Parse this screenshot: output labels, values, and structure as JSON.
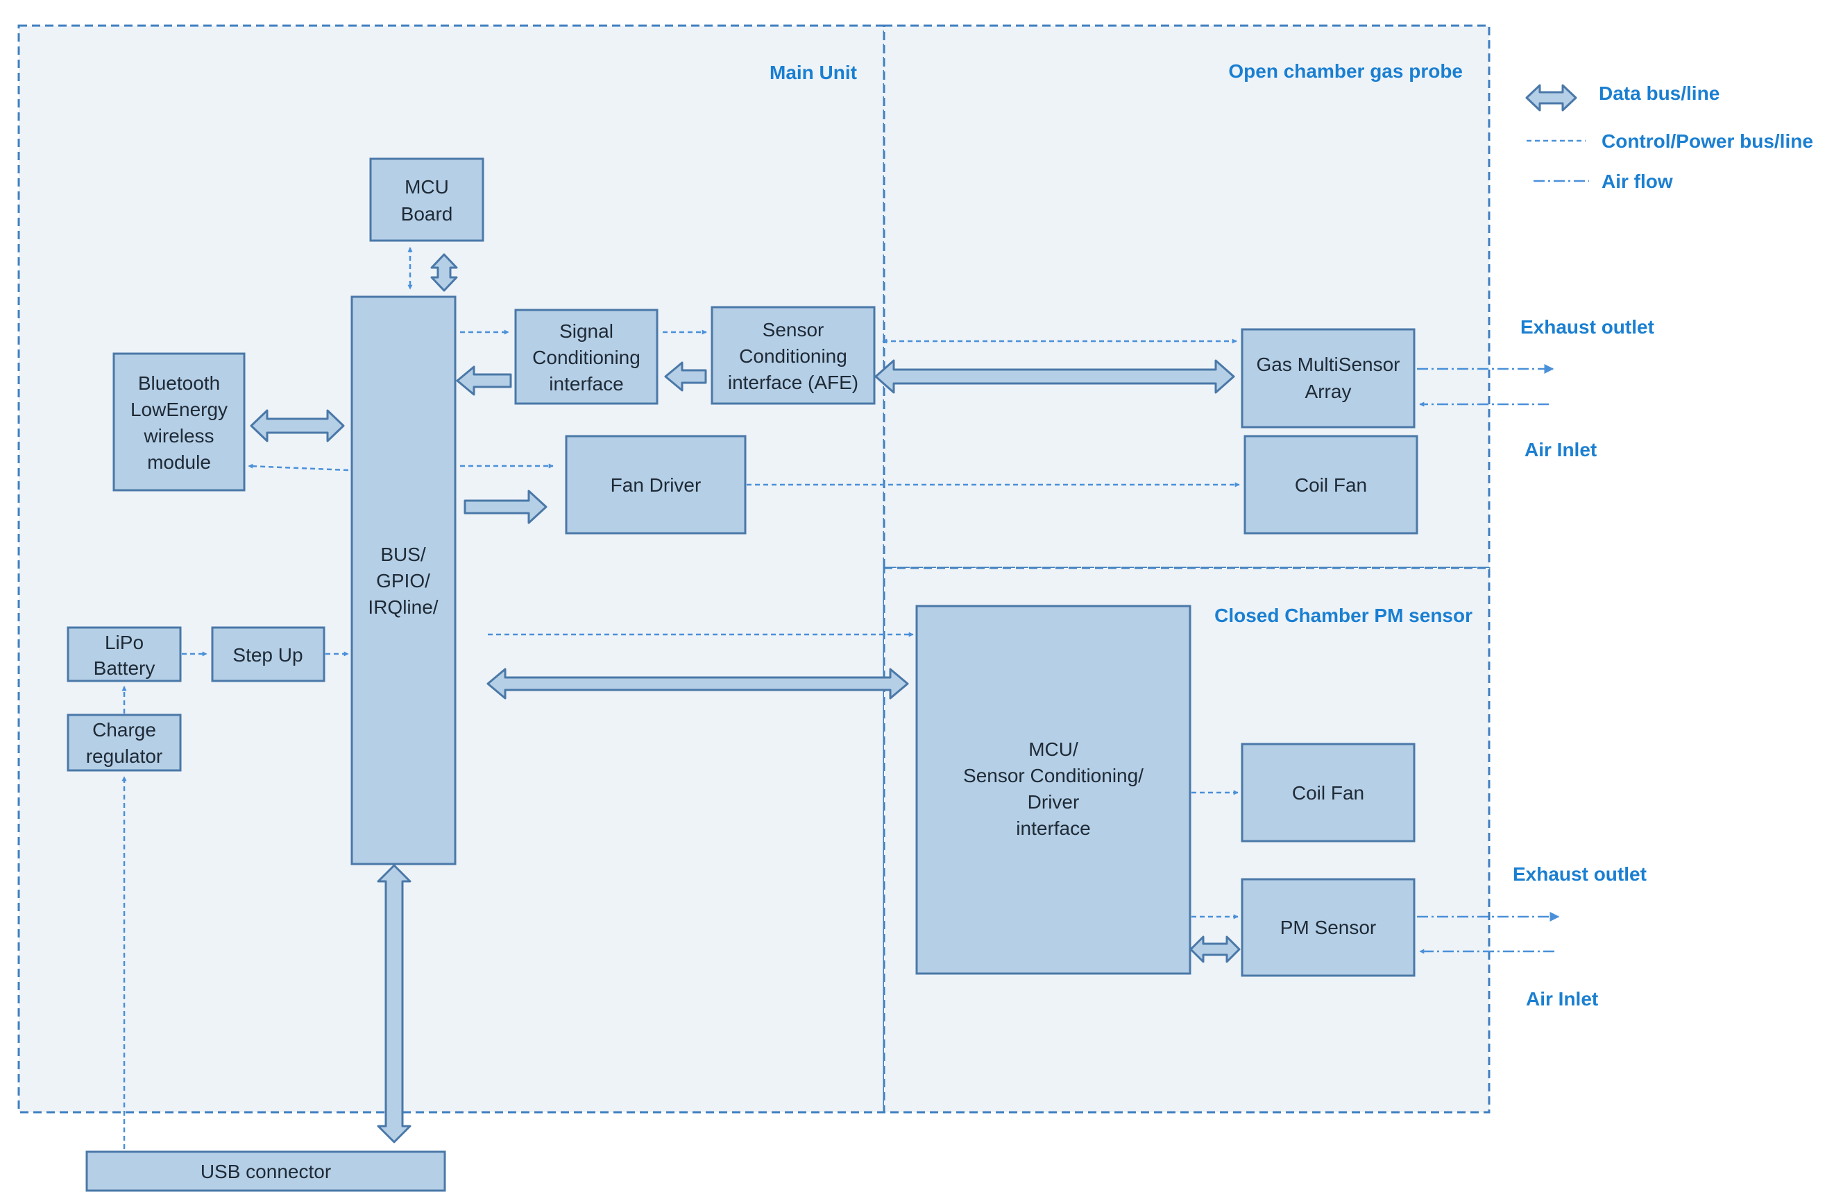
{
  "regions": {
    "main_unit": "Main Unit",
    "open_chamber": "Open chamber gas probe",
    "closed_chamber": "Closed Chamber PM sensor"
  },
  "blocks": {
    "mcu_board": [
      "MCU",
      "Board"
    ],
    "bluetooth": [
      "Bluetooth",
      "LowEnergy",
      "wireless",
      "module"
    ],
    "bus": [
      "BUS/",
      "GPIO/",
      "IRQline/"
    ],
    "signal_conditioning": [
      "Signal",
      "Conditioning",
      "interface"
    ],
    "sensor_conditioning": [
      "Sensor",
      "Conditioning",
      "interface (AFE)"
    ],
    "fan_driver": "Fan Driver",
    "gas_multisensor": [
      "Gas MultiSensor",
      "Array"
    ],
    "coil_fan_open": "Coil Fan",
    "lipo_battery": [
      "LiPo",
      "Battery"
    ],
    "step_up": "Step Up",
    "charge_regulator": [
      "Charge",
      "regulator"
    ],
    "usb_connector": "USB connector",
    "mcu_closed": [
      "MCU/",
      "Sensor Conditioning/",
      "Driver",
      "interface"
    ],
    "coil_fan_closed": "Coil Fan",
    "pm_sensor": "PM Sensor"
  },
  "side_labels": {
    "exhaust_open": "Exhaust outlet",
    "air_inlet_open": "Air Inlet",
    "exhaust_closed": "Exhaust outlet",
    "air_inlet_closed": "Air Inlet"
  },
  "legend": {
    "data_bus": "Data bus/line",
    "control_power": "Control/Power bus/line",
    "air_flow": "Air flow"
  },
  "colors": {
    "region_fill": "#eef3f8",
    "region_border": "#3f7fbf",
    "block_fill": "#b5cfe6",
    "block_border": "#4a78a8",
    "label_blue": "#1a7fd1",
    "line_blue": "#4a90d9"
  }
}
